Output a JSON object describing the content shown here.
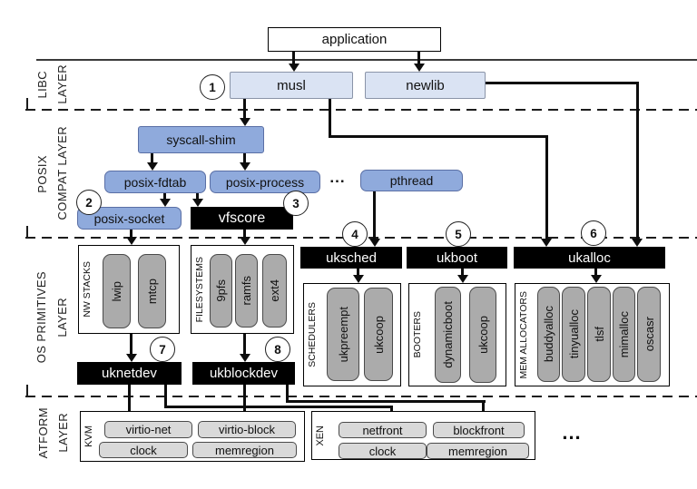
{
  "layer_labels": [
    {
      "primary": "LIBC",
      "secondary": "LAYER"
    },
    {
      "primary": "POSIX",
      "secondary": "COMPAT LAYER"
    },
    {
      "primary": "OS PRIMITIVES",
      "secondary": "LAYER"
    },
    {
      "primary": "ATFORM",
      "secondary": "LAYER"
    }
  ],
  "nodes": {
    "application": "application",
    "musl": "musl",
    "newlib": "newlib",
    "syscall_shim": "syscall-shim",
    "posix_fdtab": "posix-fdtab",
    "posix_process": "posix-process",
    "pthread": "pthread",
    "posix_socket": "posix-socket",
    "vfscore": "vfscore",
    "uksched": "uksched",
    "ukboot": "ukboot",
    "ukalloc": "ukalloc",
    "uknetdev": "uknetdev",
    "ukblockdev": "ukblockdev"
  },
  "groups": {
    "nw_stacks": {
      "label": "NW STACKS",
      "items": [
        "lwip",
        "mtcp"
      ]
    },
    "filesystems": {
      "label": "FILESYSTEMS",
      "items": [
        "9pfs",
        "ramfs",
        "ext4"
      ]
    },
    "schedulers": {
      "label": "SCHEDULERS",
      "items": [
        "ukpreempt",
        "ukcoop"
      ]
    },
    "booters": {
      "label": "BOOTERS",
      "items": [
        "dynamicboot",
        "ukcoop"
      ]
    },
    "mem_allocators": {
      "label": "MEM ALLOCATORS",
      "items": [
        "buddyalloc",
        "tinyualloc",
        "tlsf",
        "mimalloc",
        "oscasr"
      ]
    },
    "kvm": {
      "label": "KVM",
      "items": [
        "virtio-net",
        "virtio-block",
        "clock",
        "memregion"
      ]
    },
    "xen": {
      "label": "XEN",
      "items": [
        "netfront",
        "blockfront",
        "clock",
        "memregion"
      ]
    }
  },
  "badges": [
    "1",
    "2",
    "3",
    "4",
    "5",
    "6",
    "7",
    "8"
  ],
  "ellipsis_posix": "...",
  "ellipsis_platform": "...",
  "colors": {
    "posix_blue": "#8faadc",
    "libc_lightblue": "#dae3f3",
    "os_pill_gray": "#ababab",
    "platform_pill_gray": "#d9d9d9",
    "core_black": "#000000"
  }
}
